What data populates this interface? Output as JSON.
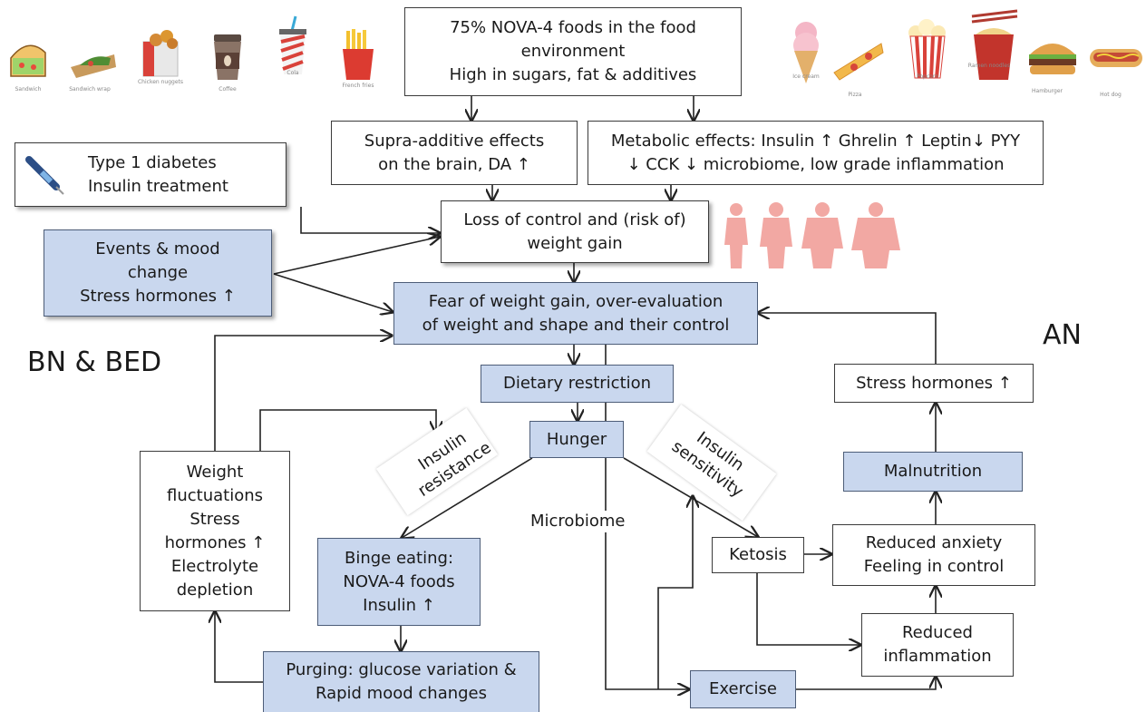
{
  "top_box": {
    "line1": "75% NOVA-4 foods in the food",
    "line2": "environment",
    "line3": "High in sugars, fat & additives"
  },
  "supra_box": {
    "line1": "Supra-additive effects",
    "line2": "on the brain, DA ↑"
  },
  "metabolic_box": {
    "line1": "Metabolic effects: Insulin ↑ Ghrelin ↑ Leptin↓ PYY",
    "line2": "↓ CCK ↓ microbiome, low grade inflammation"
  },
  "t1d_box": {
    "line1": "Type 1 diabetes",
    "line2": "Insulin treatment"
  },
  "loss_box": {
    "line1": "Loss of control and (risk of)",
    "line2": "weight gain"
  },
  "events_box": {
    "line1": "Events & mood",
    "line2": "change",
    "line3": "Stress hormones ↑"
  },
  "fear_box": {
    "line1": "Fear of weight gain, over-evaluation",
    "line2": "of weight and shape and their control"
  },
  "dietary_box": {
    "line1": "Dietary restriction"
  },
  "hunger_box": {
    "line1": "Hunger"
  },
  "weight_box": {
    "line1": "Weight",
    "line2": "fluctuations",
    "line3": "Stress",
    "line4": "hormones ↑",
    "line5": "Electrolyte",
    "line6": "depletion"
  },
  "binge_box": {
    "line1": "Binge eating:",
    "line2": "NOVA-4 foods",
    "line3": "Insulin ↑"
  },
  "purging_box": {
    "line1": "Purging: glucose variation &",
    "line2": "Rapid mood changes"
  },
  "ketosis_box": {
    "line1": "Ketosis"
  },
  "anxiety_box": {
    "line1": "Reduced anxiety",
    "line2": "Feeling in control"
  },
  "inflammation_box": {
    "line1": "Reduced",
    "line2": "inflammation"
  },
  "malnutrition_box": {
    "line1": "Malnutrition"
  },
  "stress_an_box": {
    "line1": "Stress hormones ↑"
  },
  "exercise_box": {
    "line1": "Exercise"
  },
  "labels": {
    "bn_bed": "BN & BED",
    "an": "AN",
    "insulin_resistance_1": "Insulin",
    "insulin_resistance_2": "resistance",
    "insulin_sensitivity_1": "Insulin",
    "insulin_sensitivity_2": "sensitivity",
    "microbiome": "Microbiome"
  },
  "icons": {
    "left_foods": [
      "sandwich-icon",
      "wrap-icon",
      "chicken-nuggets-icon",
      "coffee-cup-icon",
      "cola-cup-icon",
      "french-fries-icon"
    ],
    "right_foods": [
      "ice-cream-icon",
      "pizza-slice-icon",
      "popcorn-icon",
      "noodles-box-icon",
      "hamburger-icon",
      "hot-dog-icon"
    ],
    "body_silhouettes": [
      "body-silhouette-icon",
      "body-silhouette-icon",
      "body-silhouette-icon",
      "body-silhouette-icon"
    ],
    "insulin_pen": "insulin-pen-icon"
  },
  "colors": {
    "blue_box": "#c9d7ee",
    "border": "#3b3b3b",
    "silhouette": "#f2a8a3"
  }
}
